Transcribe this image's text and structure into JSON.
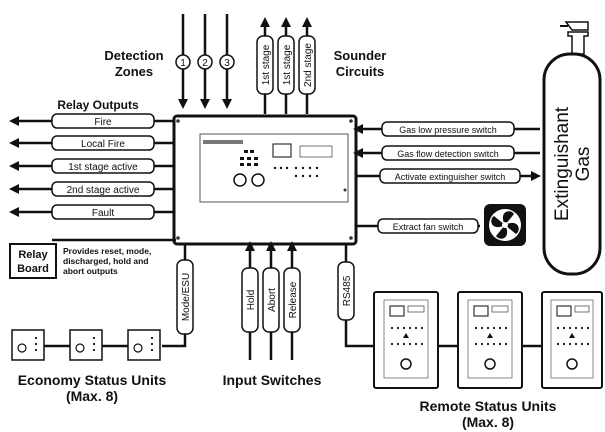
{
  "detection": {
    "title_line1": "Detection",
    "title_line2": "Zones",
    "zones": [
      "1",
      "2",
      "3"
    ]
  },
  "sounder": {
    "title_line1": "Sounder",
    "title_line2": "Circuits",
    "stages": [
      "1st stage",
      "1st stage",
      "2nd stage"
    ]
  },
  "relay": {
    "title": "Relay Outputs",
    "outputs": [
      "Fire",
      "Local Fire",
      "1st stage active",
      "2nd stage active",
      "Fault"
    ],
    "board_line1": "Relay",
    "board_line2": "Board",
    "desc_line1": "Provides reset, mode,",
    "desc_line2": "discharged, hold and",
    "desc_line3": "abort outputs"
  },
  "gas": {
    "label_line1": "Extinguishant",
    "label_line2": "Gas",
    "switches": [
      "Gas low pressure switch",
      "Gas flow detection switch",
      "Activate extinguisher switch",
      "Extract fan switch"
    ]
  },
  "economy": {
    "link": "Mode/ESU",
    "title_line1": "Economy Status Units",
    "title_line2": "(Max. 8)"
  },
  "inputs": {
    "title": "Input Switches",
    "items": [
      "Hold",
      "Abort",
      "Release"
    ]
  },
  "remote": {
    "link": "RS485",
    "title_line1": "Remote Status Units",
    "title_line2": "(Max. 8)"
  }
}
